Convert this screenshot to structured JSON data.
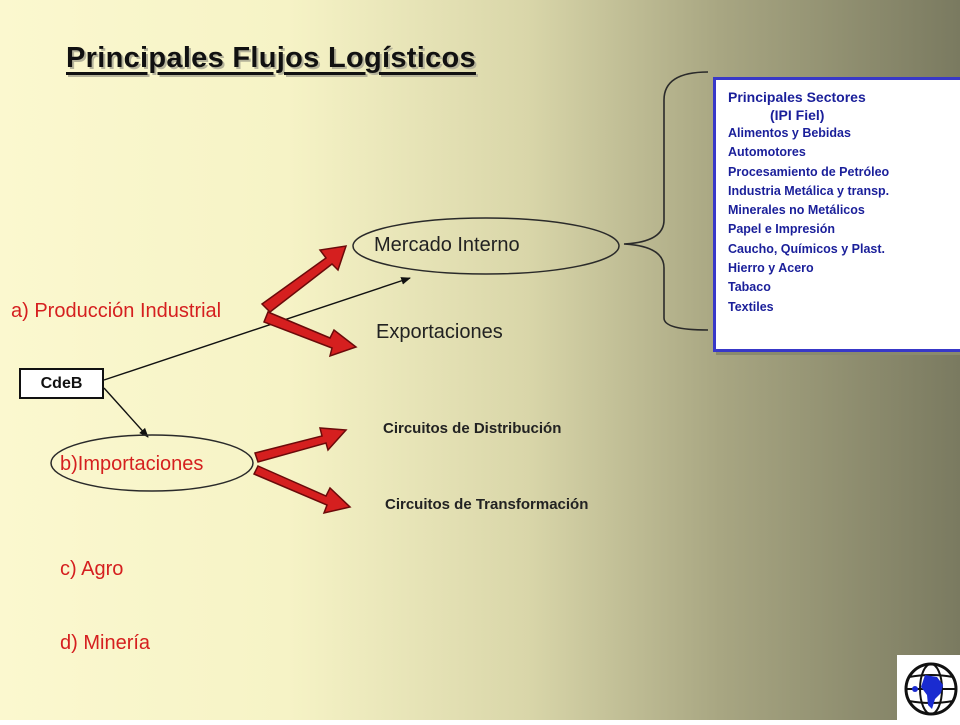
{
  "title": "Principales Flujos Logísticos",
  "nodes": {
    "produccion": "a) Producción Industrial",
    "importaciones": "b)Importaciones",
    "agro": "c) Agro",
    "mineria": "d) Minería",
    "cdeb": "CdeB",
    "mercado": "Mercado Interno",
    "exportaciones": "Exportaciones",
    "distribucion": "Circuitos de Distribución",
    "transformacion": "Circuitos de Transformación"
  },
  "sectors": {
    "heading": "Principales Sectores",
    "subheading": "(IPI Fiel)",
    "items": [
      "Alimentos y Bebidas",
      "Automotores",
      "Procesamiento de Petróleo",
      "Industria Metálica y transp.",
      "Minerales no Metálicos",
      "Papel e Impresión",
      "Caucho, Químicos y Plast.",
      "Hierro y Acero",
      "Tabaco",
      "Textiles"
    ]
  },
  "colors": {
    "arrow_red": "#d51f1f",
    "label_red": "#d51f1f",
    "sector_blue": "#1a1f9a",
    "box_border": "#3838c8"
  },
  "icons": {
    "logo": "globe-south-america-icon"
  }
}
